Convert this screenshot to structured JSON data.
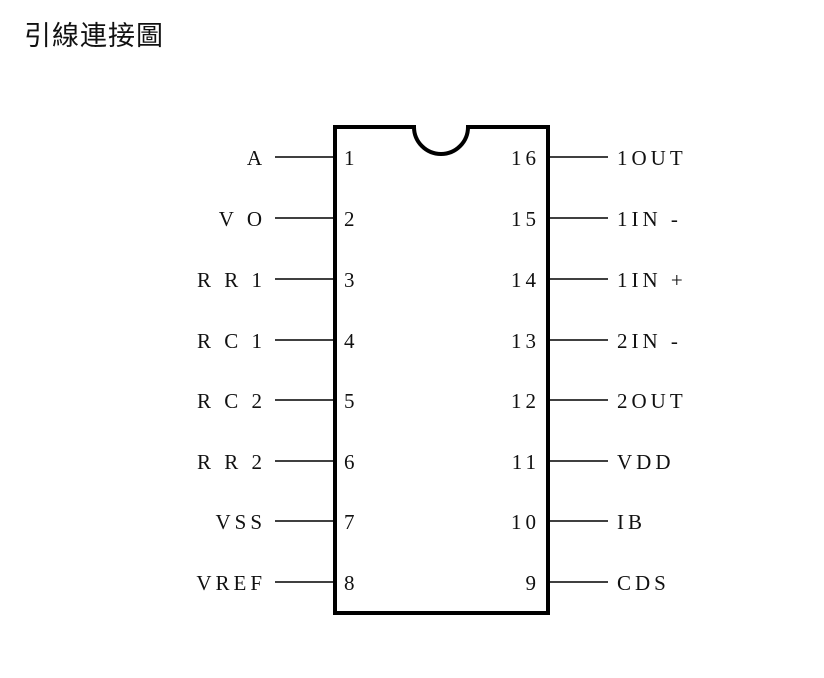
{
  "title": "引線連接圖",
  "chip": {
    "left_pins": [
      {
        "number": "1",
        "label": "A"
      },
      {
        "number": "2",
        "label": "V O"
      },
      {
        "number": "3",
        "label": "R R 1"
      },
      {
        "number": "4",
        "label": "R C 1"
      },
      {
        "number": "5",
        "label": "R C 2"
      },
      {
        "number": "6",
        "label": "R R 2"
      },
      {
        "number": "7",
        "label": "VSS"
      },
      {
        "number": "8",
        "label": "VREF"
      }
    ],
    "right_pins": [
      {
        "number": "16",
        "label": "1OUT"
      },
      {
        "number": "15",
        "label": "1IN -"
      },
      {
        "number": "14",
        "label": "1IN +"
      },
      {
        "number": "13",
        "label": "2IN -"
      },
      {
        "number": "12",
        "label": "2OUT"
      },
      {
        "number": "11",
        "label": "VDD"
      },
      {
        "number": "10",
        "label": "IB"
      },
      {
        "number": "9",
        "label": "CDS"
      }
    ]
  }
}
